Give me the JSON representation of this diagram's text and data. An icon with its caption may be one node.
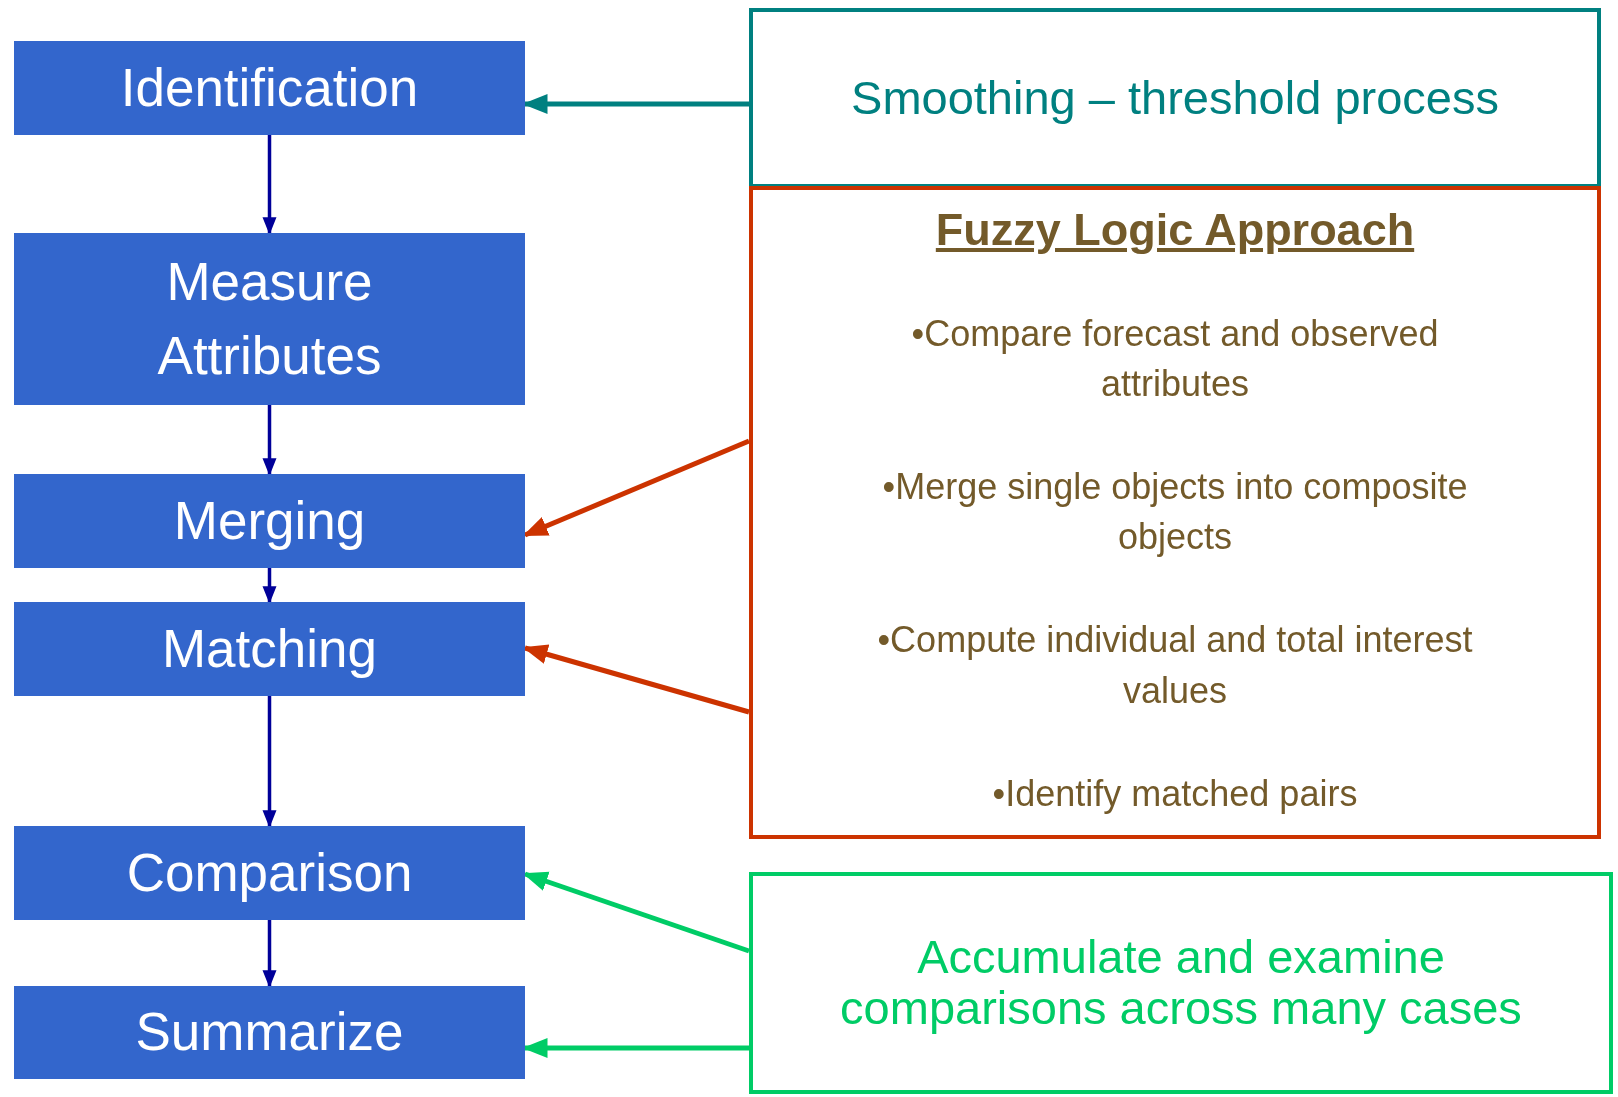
{
  "diagram": {
    "nodes": [
      {
        "text": [
          "Identification"
        ]
      },
      {
        "text": [
          "Measure Attributes"
        ]
      },
      {
        "text": [
          "Merging"
        ]
      },
      {
        "text": [
          "Matching"
        ]
      },
      {
        "text": [
          "Comparison"
        ]
      },
      {
        "text": [
          "Summarize"
        ]
      },
      {
        "text": [
          "Smoothing – threshold process"
        ]
      },
      {
        "text": [
          "Fuzzy Logic Approach",
          "•Compare forecast and observed attributes",
          "•Merge single objects into composite objects",
          "•Compute individual and total interest values",
          "•Identify matched pairs"
        ]
      },
      {
        "text": [
          "Accumulate and examine comparisons across many cases"
        ]
      }
    ],
    "edges": [
      {
        "from": 0,
        "to": 1,
        "arrow": "to"
      },
      {
        "from": 1,
        "to": 2,
        "arrow": "to"
      },
      {
        "from": 2,
        "to": 3,
        "arrow": "to"
      },
      {
        "from": 3,
        "to": 4,
        "arrow": "to"
      },
      {
        "from": 4,
        "to": 5,
        "arrow": "to"
      },
      {
        "from": 6,
        "to": 0,
        "arrow": "to",
        "color": "#008080"
      },
      {
        "from": 7,
        "to": 2,
        "arrow": "to",
        "color": "#cc3300"
      },
      {
        "from": 7,
        "to": 3,
        "arrow": "to",
        "color": "#cc3300"
      },
      {
        "from": 8,
        "to": 4,
        "arrow": "to",
        "color": "#00cc66"
      },
      {
        "from": 8,
        "to": 5,
        "arrow": "to",
        "color": "#00cc66"
      }
    ]
  }
}
